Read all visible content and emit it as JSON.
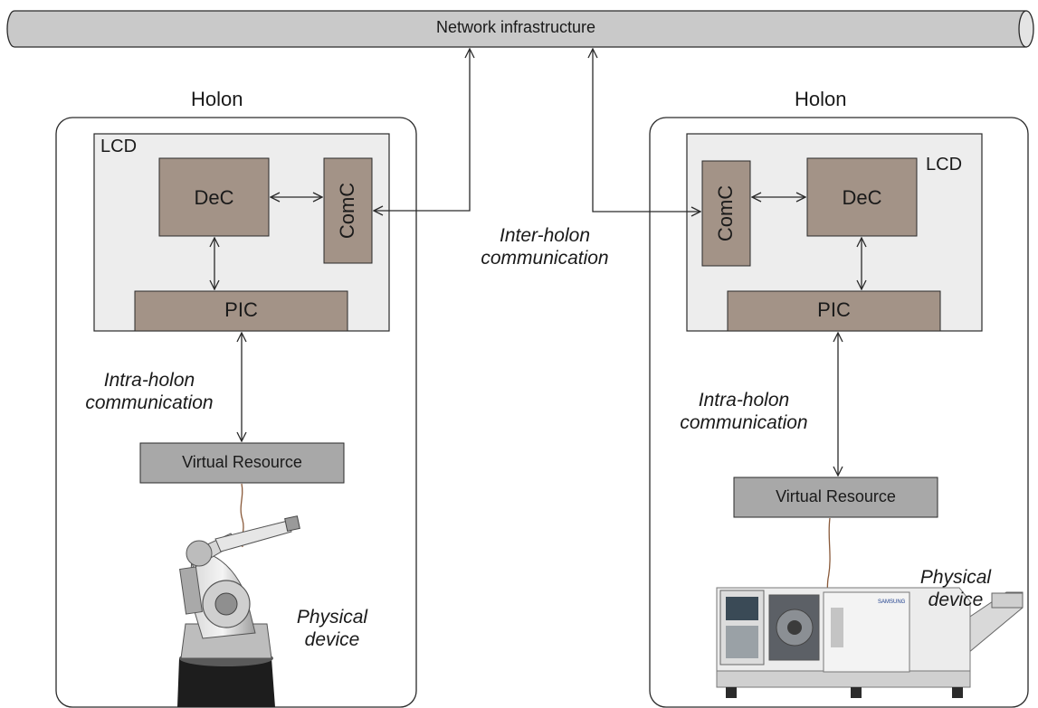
{
  "network": {
    "label": "Network infrastructure"
  },
  "inter_holon": {
    "line1": "Inter-holon",
    "line2": "communication"
  },
  "left_holon": {
    "title": "Holon",
    "lcd_label": "LCD",
    "dec": "DeC",
    "comc": "ComC",
    "pic": "PIC",
    "intra_line1": "Intra-holon",
    "intra_line2": "communication",
    "virtual_resource": "Virtual Resource",
    "physical_line1": "Physical",
    "physical_line2": "device",
    "device_icon": "industrial-robot-arm-icon"
  },
  "right_holon": {
    "title": "Holon",
    "lcd_label": "LCD",
    "dec": "DeC",
    "comc": "ComC",
    "pic": "PIC",
    "intra_line1": "Intra-holon",
    "intra_line2": "communication",
    "virtual_resource": "Virtual Resource",
    "physical_line1": "Physical",
    "physical_line2": "device",
    "device_icon": "cnc-lathe-machine-icon",
    "machine_brand": "SAMSUNG"
  },
  "colors": {
    "pipe": "#c9c9c9",
    "lcd_bg": "#ededed",
    "component": "#a39387",
    "virtual_resource": "#a8a8a8",
    "line": "#2a2a2a"
  }
}
